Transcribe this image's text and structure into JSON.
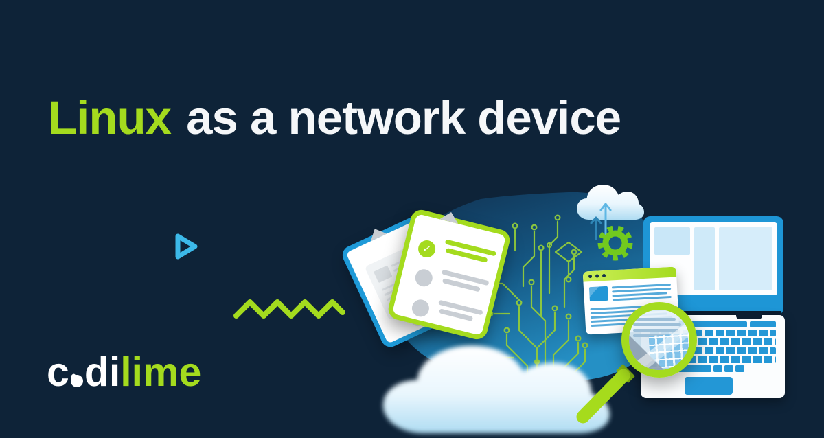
{
  "title": {
    "highlight": "Linux",
    "rest": "as a network device"
  },
  "logo": {
    "part1": "c",
    "part2": "di",
    "accent": "lime"
  },
  "illustration": {
    "check_glyph": "✓",
    "icons": {
      "play-triangle-icon": "▷",
      "zigzag-icon": "〜〜〜",
      "checklist-document-icon": "▤",
      "document-icon": "▢",
      "circuit-traces-icon": "⌁",
      "upload-arrows-icon": "↑↑",
      "gear-icon": "⚙",
      "cloud-icon": "☁",
      "laptop-icon": "⌨",
      "browser-window-icon": "▭",
      "magnifier-icon": "🔍"
    }
  },
  "colors": {
    "background": "#0E2338",
    "lime": "#A4DB1E",
    "bright_green": "#72C91E",
    "trace_green": "#8CC63F",
    "cyan": "#3CB9E9",
    "blue": "#1E96D6",
    "light_blue_panel": "#C9E7F8",
    "white": "#FFFFFF"
  }
}
